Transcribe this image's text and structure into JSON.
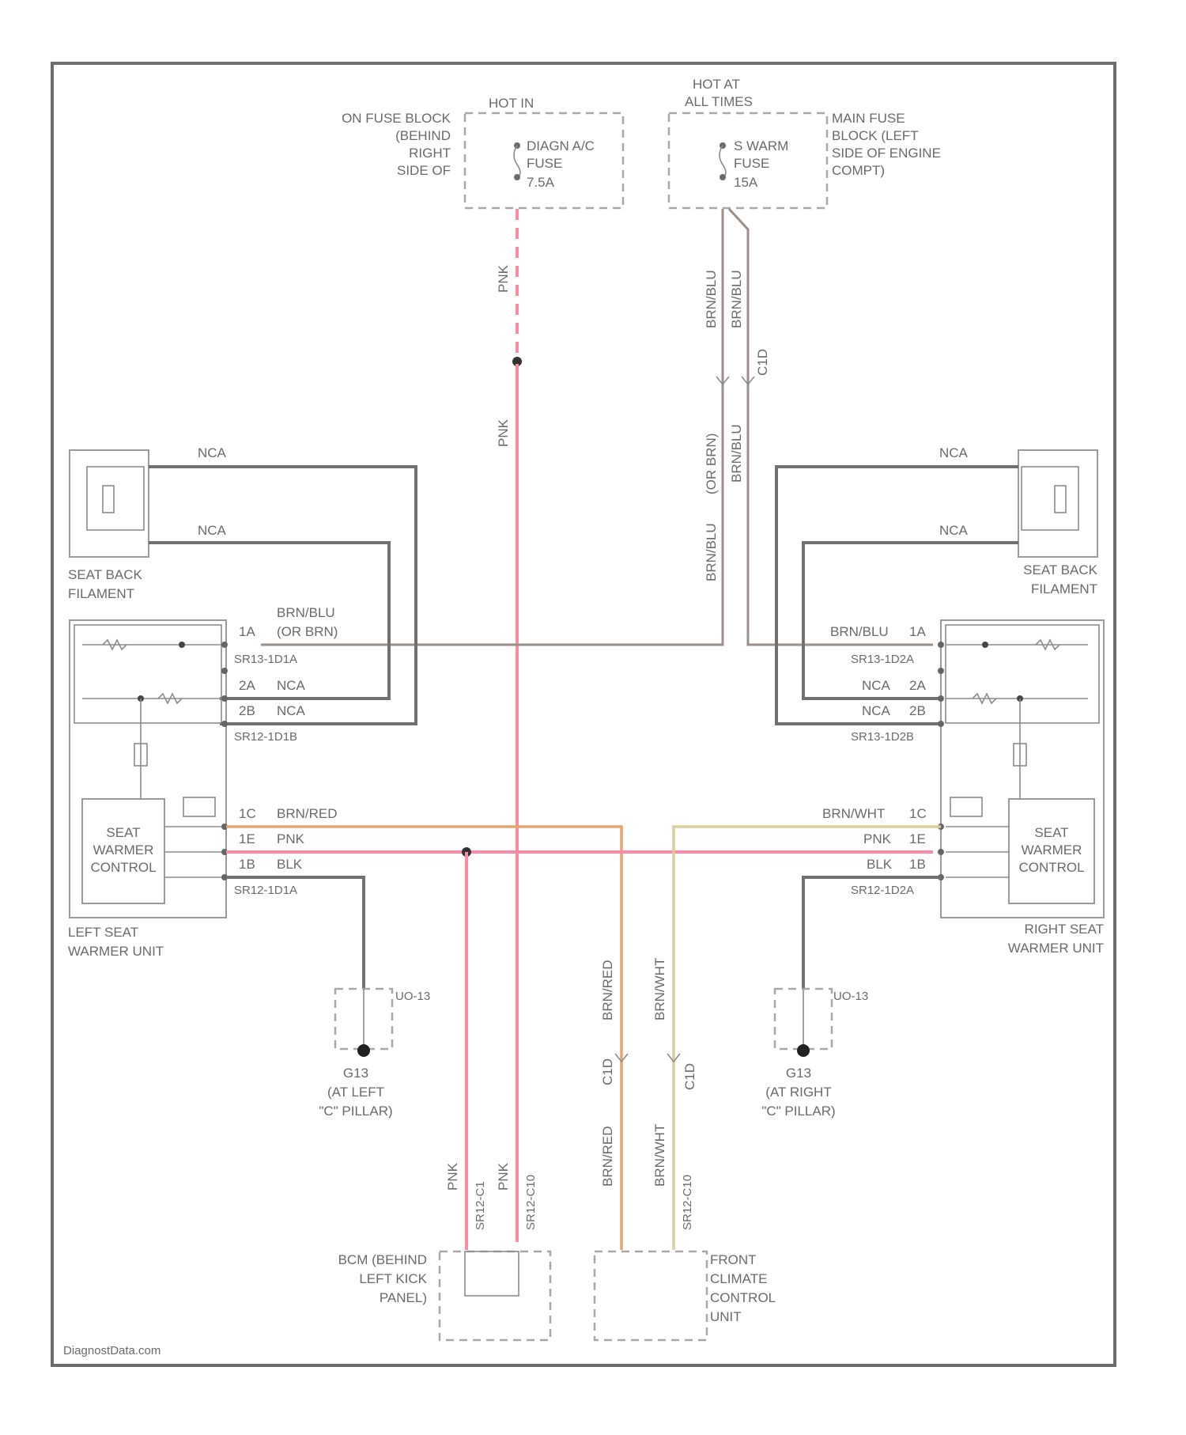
{
  "colors": {
    "pink": "#ff8aa6",
    "gray": "#707070",
    "brown": "#9b8f89",
    "orange": "#e8a46e",
    "tan": "#ddcd9a"
  },
  "fuses": {
    "left": {
      "hot": "HOT IN",
      "location": [
        "ON FUSE BLOCK",
        "(BEHIND",
        "RIGHT",
        "SIDE OF"
      ],
      "name": [
        "DIAGN A/C",
        "FUSE",
        "7.5A"
      ]
    },
    "right": {
      "hot": [
        "HOT AT",
        "ALL TIMES"
      ],
      "location": [
        "MAIN FUSE",
        "BLOCK (LEFT",
        "SIDE OF ENGINE",
        "COMPT)"
      ],
      "name": [
        "S WARM",
        "FUSE",
        "15A"
      ]
    }
  },
  "wires": {
    "pnk": "PNK",
    "brn_blu": "BRN/BLU",
    "or_brn": "(OR BRN)",
    "nca": "NCA",
    "brn_red": "BRN/RED",
    "brn_wht": "BRN/WHT",
    "blk": "BLK",
    "c_label": "C1D",
    "c_right": "C1D"
  },
  "left_unit": {
    "filament_label": [
      "SEAT BACK",
      "FILAMENT"
    ],
    "unit_label": [
      "LEFT SEAT",
      "WARMER UNIT"
    ],
    "control": [
      "SEAT",
      "WARMER",
      "CONTROL"
    ],
    "pins_top": [
      {
        "pin": "1A",
        "wire": "BRN/BLU"
      },
      {
        "pin": "",
        "wire": "(OR BRN)"
      },
      {
        "pin": "",
        "wire": "SR13-1D1A"
      },
      {
        "pin": "2A",
        "wire": "NCA"
      },
      {
        "pin": "2B",
        "wire": "NCA"
      },
      {
        "pin": "",
        "wire": "SR12-1D1B"
      }
    ],
    "pins_bottom": [
      {
        "pin": "1C",
        "wire": "BRN/RED"
      },
      {
        "pin": "1E",
        "wire": "PNK"
      },
      {
        "pin": "1B",
        "wire": "BLK"
      },
      {
        "pin": "",
        "wire": "SR12-1D1A"
      }
    ]
  },
  "right_unit": {
    "filament_label": [
      "SEAT BACK",
      "FILAMENT"
    ],
    "unit_label": [
      "RIGHT SEAT",
      "WARMER UNIT"
    ],
    "control": [
      "SEAT",
      "WARMER",
      "CONTROL"
    ],
    "pins_top": [
      {
        "pin": "1A",
        "wire": "BRN/BLU"
      },
      {
        "pin": "",
        "wire": "SR13-1D2A"
      },
      {
        "pin": "2A",
        "wire": "NCA"
      },
      {
        "pin": "2B",
        "wire": "NCA"
      },
      {
        "pin": "",
        "wire": "SR13-1D2B"
      }
    ],
    "pins_bottom": [
      {
        "pin": "1C",
        "wire": "BRN/WHT"
      },
      {
        "pin": "1E",
        "wire": "PNK"
      },
      {
        "pin": "1B",
        "wire": "BLK"
      },
      {
        "pin": "",
        "wire": "SR12-1D2A"
      }
    ]
  },
  "grounds": {
    "left": {
      "code": "UO-13",
      "id": "G13",
      "loc": [
        "(AT LEFT",
        "\"C\" PILLAR)"
      ]
    },
    "right": {
      "code": "UO-13",
      "id": "G13",
      "loc": [
        "(AT RIGHT",
        "\"C\" PILLAR)"
      ]
    }
  },
  "bottom": {
    "bcm": [
      "BCM (BEHIND",
      "LEFT KICK",
      "PANEL)"
    ],
    "climate": [
      "FRONT",
      "CLIMATE",
      "CONTROL",
      "UNIT"
    ],
    "conn_a": "SR12-C1",
    "conn_b": "SR12-C10"
  },
  "watermark": "DiagnostData.com"
}
